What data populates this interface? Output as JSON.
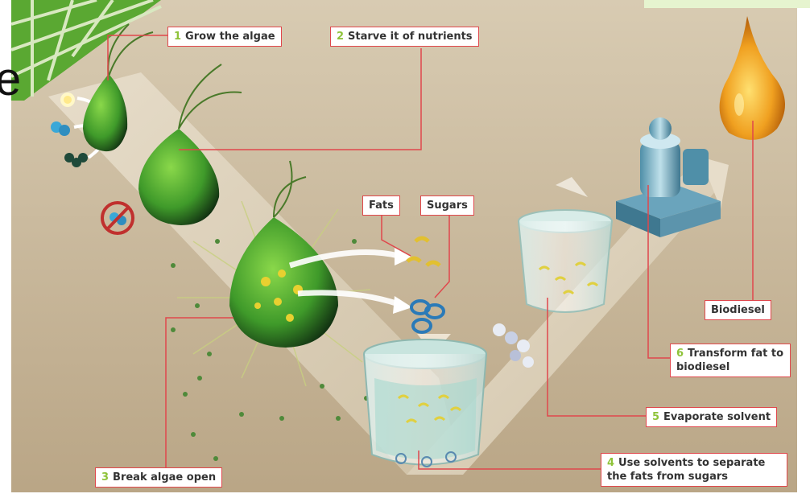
{
  "steps": [
    {
      "num": "1",
      "label": "Grow the algae"
    },
    {
      "num": "2",
      "label": "Starve it of nutrients"
    },
    {
      "num": "3",
      "label": "Break algae open"
    },
    {
      "num": "4",
      "label": "Use solvents to separate the fats from sugars"
    },
    {
      "num": "5",
      "label": "Evaporate solvent"
    },
    {
      "num": "6",
      "label": "Transform fat to biodiesel"
    }
  ],
  "labels": {
    "fats": "Fats",
    "sugars": "Sugars",
    "biodiesel": "Biodiesel"
  },
  "partial_letter": "e",
  "colors": {
    "callout_border": "#e0474c",
    "step_number": "#8fc33a",
    "algae_green": "#3f9a2a",
    "biodiesel_orange": "#f0a020",
    "background": "#c9b79a"
  }
}
